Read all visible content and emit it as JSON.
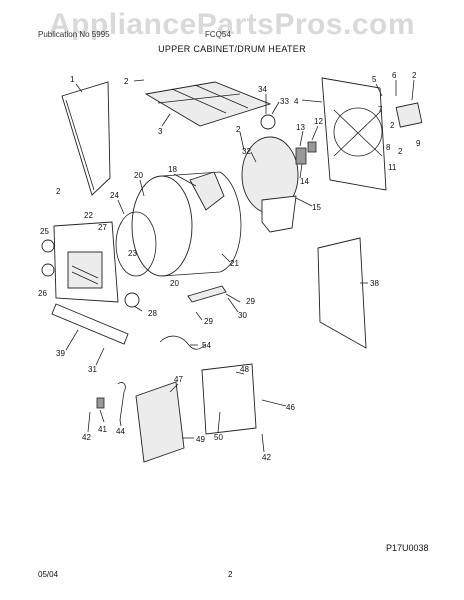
{
  "watermark": "AppliancePartsPros.com",
  "header": {
    "left": "Publication No 5995",
    "right": "FCQ54",
    "title": "UPPER CABINET/DRUM HEATER"
  },
  "footer": {
    "diagram_code": "P17U0038",
    "date": "05/04",
    "page": "2"
  },
  "callouts": [
    "1",
    "2",
    "3",
    "34",
    "33",
    "4",
    "5",
    "6",
    "2",
    "7",
    "9",
    "2",
    "12",
    "13",
    "2",
    "32",
    "11",
    "2",
    "18",
    "14",
    "8",
    "20",
    "15",
    "24",
    "2",
    "22",
    "27",
    "25",
    "23",
    "21",
    "38",
    "26",
    "20",
    "29",
    "28",
    "30",
    "29",
    "39",
    "54",
    "31",
    "48",
    "47",
    "46",
    "50",
    "41",
    "44",
    "42",
    "49",
    "42"
  ]
}
